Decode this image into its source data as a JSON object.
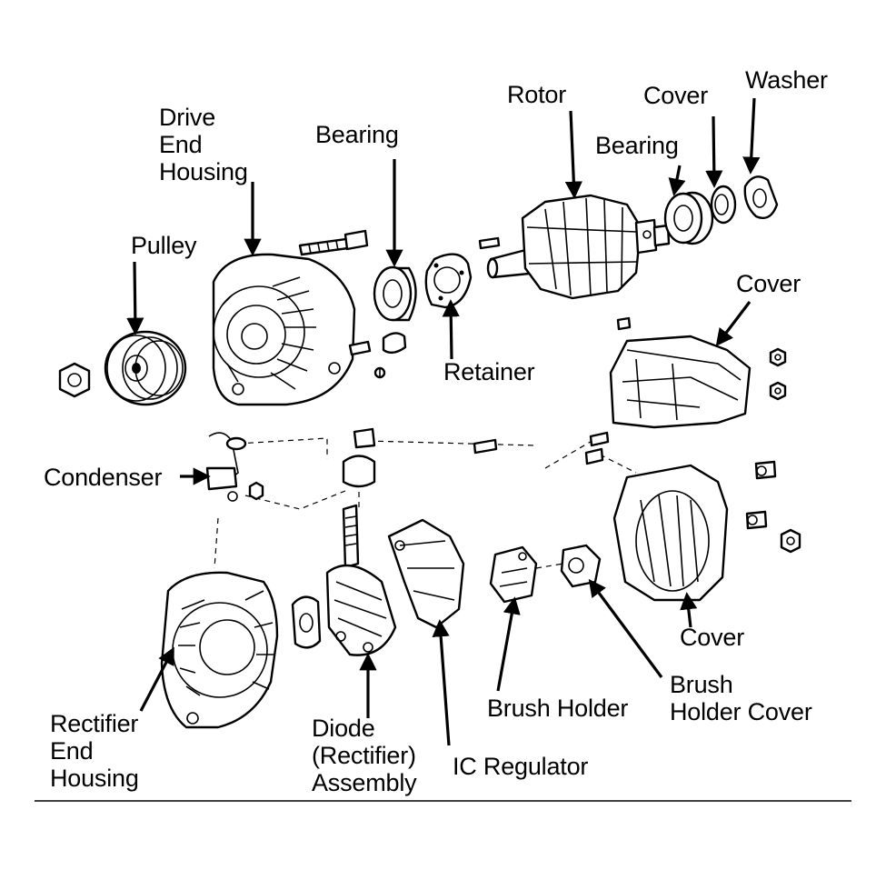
{
  "labels": {
    "drive_end_housing": [
      "Drive",
      "End",
      "Housing"
    ],
    "bearing_front": "Bearing",
    "rotor": "Rotor",
    "cover_small": "Cover",
    "washer": "Washer",
    "bearing_rear": "Bearing",
    "pulley": "Pulley",
    "cover_top": "Cover",
    "retainer": "Retainer",
    "condenser": "Condenser",
    "cover_rear": "Cover",
    "brush_holder": "Brush Holder",
    "brush_holder_cover": [
      "Brush",
      "Holder Cover"
    ],
    "rectifier_end_housing": [
      "Rectifier",
      "End",
      "Housing"
    ],
    "diode_assembly": [
      "Diode",
      "(Rectifier)",
      "Assembly"
    ],
    "ic_regulator": "IC Regulator"
  }
}
